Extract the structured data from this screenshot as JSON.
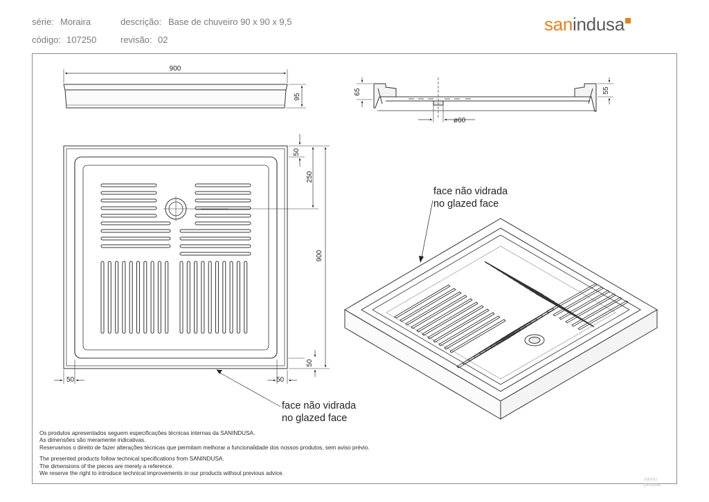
{
  "header": {
    "serie_label": "série:",
    "serie_value": "Moraira",
    "descricao_label": "descrição:",
    "descricao_value": "Base de chuveiro 90 x 90 x 9,5",
    "codigo_label": "código:",
    "codigo_value": "107250",
    "revisao_label": "revisão:",
    "revisao_value": "02"
  },
  "logo": {
    "part1": "san",
    "part2": "indusa"
  },
  "dimensions": {
    "front_width": "900",
    "front_height": "95",
    "side_left_height": "65",
    "side_right_height": "55",
    "drain_diameter": "ø60",
    "plan_top_margin": "50",
    "plan_drain_offset": "250",
    "plan_depth": "900",
    "plan_bottom_margin": "50",
    "plan_left_margin": "50",
    "plan_right_margin": "50"
  },
  "callouts": {
    "iso_line1": "face não vidrada",
    "iso_line2": "no glazed face",
    "plan_line1": "face não vidrada",
    "plan_line2": "no glazed face"
  },
  "notes": {
    "pt": [
      "Os produtos apresentados seguem especificações técnicas internas da SANINDUSA.",
      "As dimensões são meramente indicativas.",
      "Reservamos o direito de fazer alterações técnicas que permitam melhorar a funcionalidade dos nossos produtos, sem aviso prévio."
    ],
    "en": [
      "The presented products follow technical specifications from SANINDUSA.",
      "The dimensions of the pieces are merely a reference.",
      "We reserve the right to introduce technical improvements in our products without previous advice."
    ]
  },
  "watermark": {
    "line1": "vannu",
    "line2": "pesuuiь"
  }
}
